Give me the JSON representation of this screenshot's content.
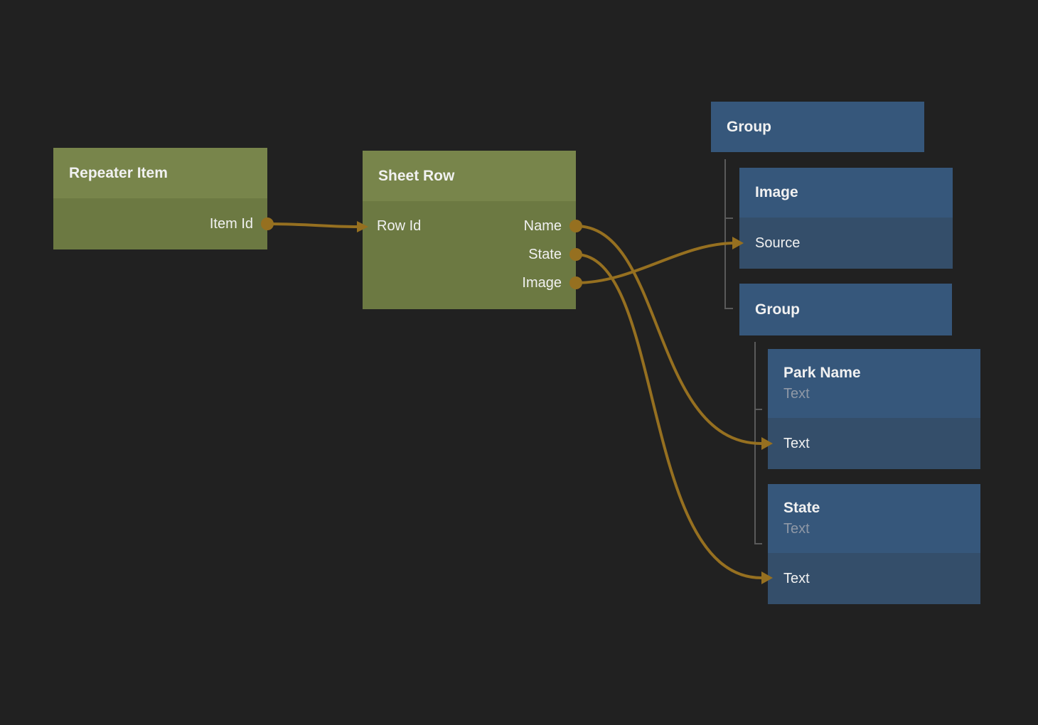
{
  "colors": {
    "bg": "#212121",
    "green_header": "#78854B",
    "green_body": "#6C7942",
    "blue_header": "#36577B",
    "blue_row": "#344E6A",
    "wire": "#967020",
    "tree_line": "#5A5A5A",
    "text": "#F1F1F1",
    "muted_text": "#8F98A6"
  },
  "nodes": [
    {
      "title": "Repeater Item",
      "outputs": [
        "Item Id"
      ]
    },
    {
      "title": "Sheet Row",
      "inputs": [
        "Row Id"
      ],
      "outputs": [
        "Name",
        "State",
        "Image"
      ]
    },
    {
      "title": "Group"
    },
    {
      "title": "Image",
      "rows": [
        "Source"
      ]
    },
    {
      "title": "Group"
    },
    {
      "title": "Park Name",
      "subtitle": "Text",
      "rows": [
        "Text"
      ]
    },
    {
      "title": "State",
      "subtitle": "Text",
      "rows": [
        "Text"
      ]
    }
  ],
  "connections": [
    {
      "from": "Repeater Item.Item Id",
      "to": "Sheet Row.Row Id"
    },
    {
      "from": "Sheet Row.Name",
      "to": "Park Name.Text"
    },
    {
      "from": "Sheet Row.State",
      "to": "State.Text"
    },
    {
      "from": "Sheet Row.Image",
      "to": "Image.Source"
    }
  ],
  "hierarchy": [
    {
      "parent": "Group",
      "children": [
        "Image",
        "Group"
      ]
    },
    {
      "parent": "Group",
      "children": [
        "Park Name",
        "State"
      ]
    }
  ]
}
